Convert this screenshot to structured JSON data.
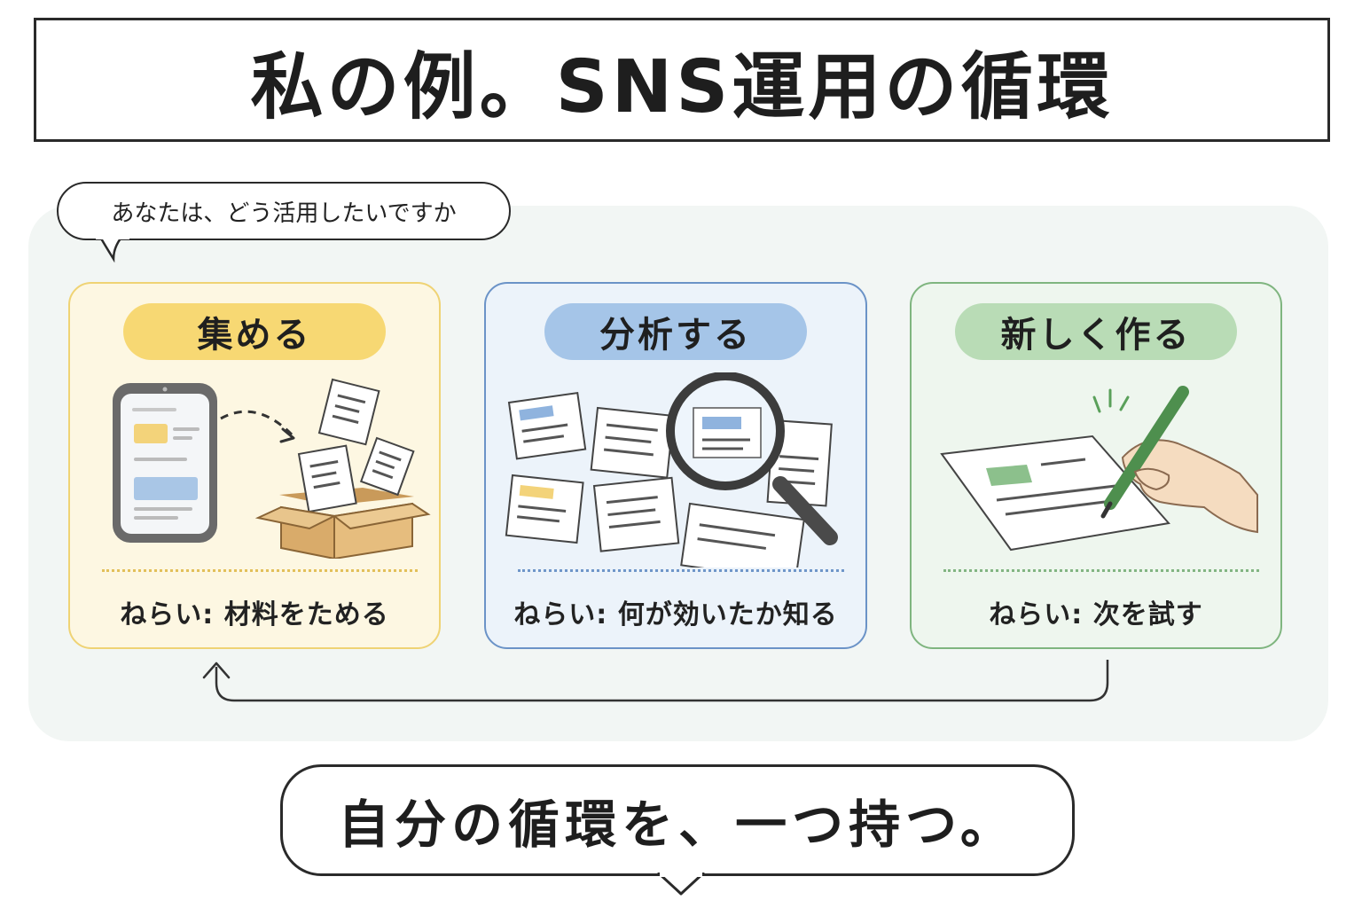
{
  "title": "私の例。SNS運用の循環",
  "question_bubble": "あなたは、どう活用したいですか",
  "steps": [
    {
      "label": "集める",
      "aim": "ねらい: 材料をためる",
      "color": "#f7d873",
      "icon": "phone-to-box-icon"
    },
    {
      "label": "分析する",
      "aim": "ねらい: 何が効いたか知る",
      "color": "#a5c5e8",
      "icon": "magnifier-icon"
    },
    {
      "label": "新しく作る",
      "aim": "ねらい: 次を試す",
      "color": "#b9dcb6",
      "icon": "pen-writing-icon"
    }
  ],
  "cycle_arrow": "loop-back-arrow-icon",
  "bottom_message": "自分の循環を、一つ持つ。"
}
